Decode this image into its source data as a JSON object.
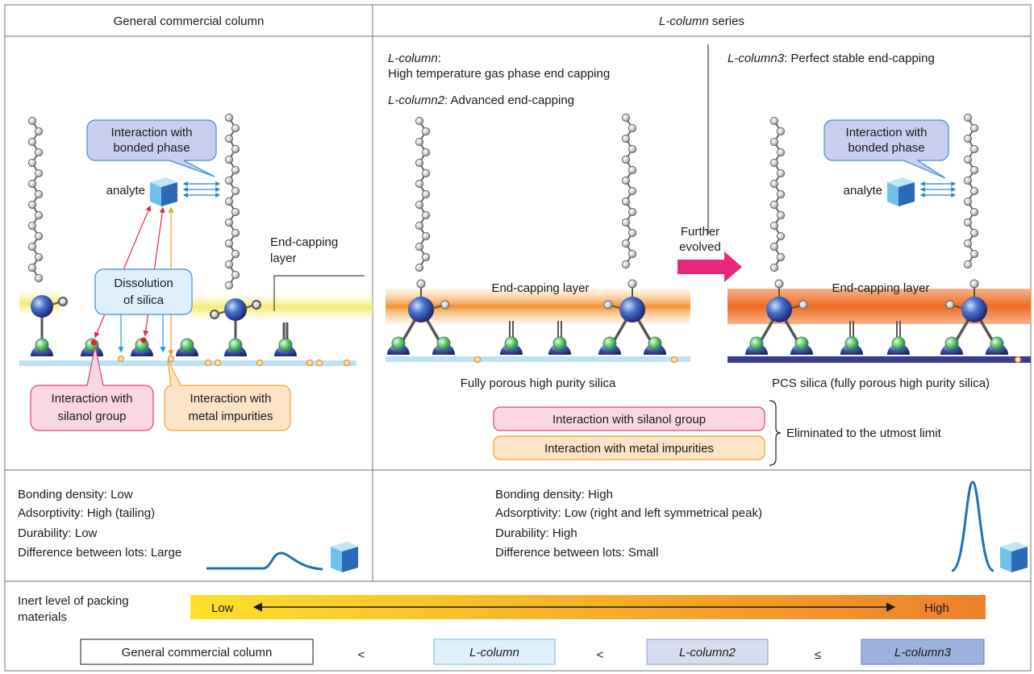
{
  "header": {
    "left_title": "General commercial column",
    "right_title_italic": "L-column",
    "right_title_rest": " series"
  },
  "left_panel": {
    "interaction_bonded_line1": "Interaction with",
    "interaction_bonded_line2": "bonded phase",
    "analyte": "analyte",
    "end_capping_line1": "End-capping",
    "end_capping_line2": "layer",
    "dissolution_line1": "Dissolution",
    "dissolution_line2": "of silica",
    "silanol_line1": "Interaction with",
    "silanol_line2": "silanol group",
    "metal_line1": "Interaction with",
    "metal_line2": "metal impurities"
  },
  "middle_panel": {
    "lcolumn_name": "L-column",
    "lcolumn_colon": ":",
    "lcolumn_desc": "High temperature gas phase end capping",
    "lcolumn2_name": "L-column2",
    "lcolumn2_desc": ": Advanced end-capping",
    "end_capping": "End-capping layer",
    "silica": "Fully porous high purity silica"
  },
  "arrow": {
    "line1": "Further",
    "line2": "evolved"
  },
  "right_panel": {
    "lcolumn3_name": "L-column3",
    "lcolumn3_desc": ": Perfect stable end-capping",
    "interaction_bonded_line1": "Interaction with",
    "interaction_bonded_line2": "bonded phase",
    "analyte": "analyte",
    "end_capping": "End-capping layer",
    "silica": "PCS silica (fully porous high purity silica)"
  },
  "eliminated": {
    "silanol": "Interaction with silanol group",
    "metal": "Interaction with metal impurities",
    "label": "Eliminated to the utmost limit"
  },
  "properties_left": {
    "bonding": "Bonding density: Low",
    "adsorptivity": "Adsorptivity: High (tailing)",
    "durability": "Durability: Low",
    "lots": "Difference between lots: Large"
  },
  "properties_right": {
    "bonding": "Bonding density: High",
    "adsorptivity": "Adsorptivity: Low (right and left symmetrical peak)",
    "durability": "Durability: High",
    "lots": "Difference between lots: Small"
  },
  "inert": {
    "label_line1": "Inert level of packing",
    "label_line2": "materials",
    "low": "Low",
    "high": "High"
  },
  "ranking": {
    "general": "General commercial column",
    "lt1": "<",
    "lcolumn": "L-column",
    "lt2": "<",
    "lcolumn2": "L-column2",
    "le": "≤",
    "lcolumn3": "L-column3"
  },
  "colors": {
    "bonded_box": "#c9cdee",
    "bonded_border": "#3a8fd6",
    "dissolution_box": "#dff0fb",
    "silanol_box": "#fbd7e3",
    "silanol_border": "#e0407a",
    "metal_box": "#fde4c6",
    "metal_border": "#f0a030",
    "arrow": "#e8277a",
    "orange_layer": "#f39332",
    "deep_orange_layer": "#ee6a23",
    "silica_blue": "#bfe2f2",
    "silica_navy": "#3a3c8c",
    "peak": "#1f6fb5",
    "inert_low": "#ffd92a",
    "inert_high": "#ee7f2c",
    "lcolumn_box": "#dff1fb",
    "lcolumn2_box": "#d7dcef",
    "lcolumn3_box": "#9cb1de"
  }
}
